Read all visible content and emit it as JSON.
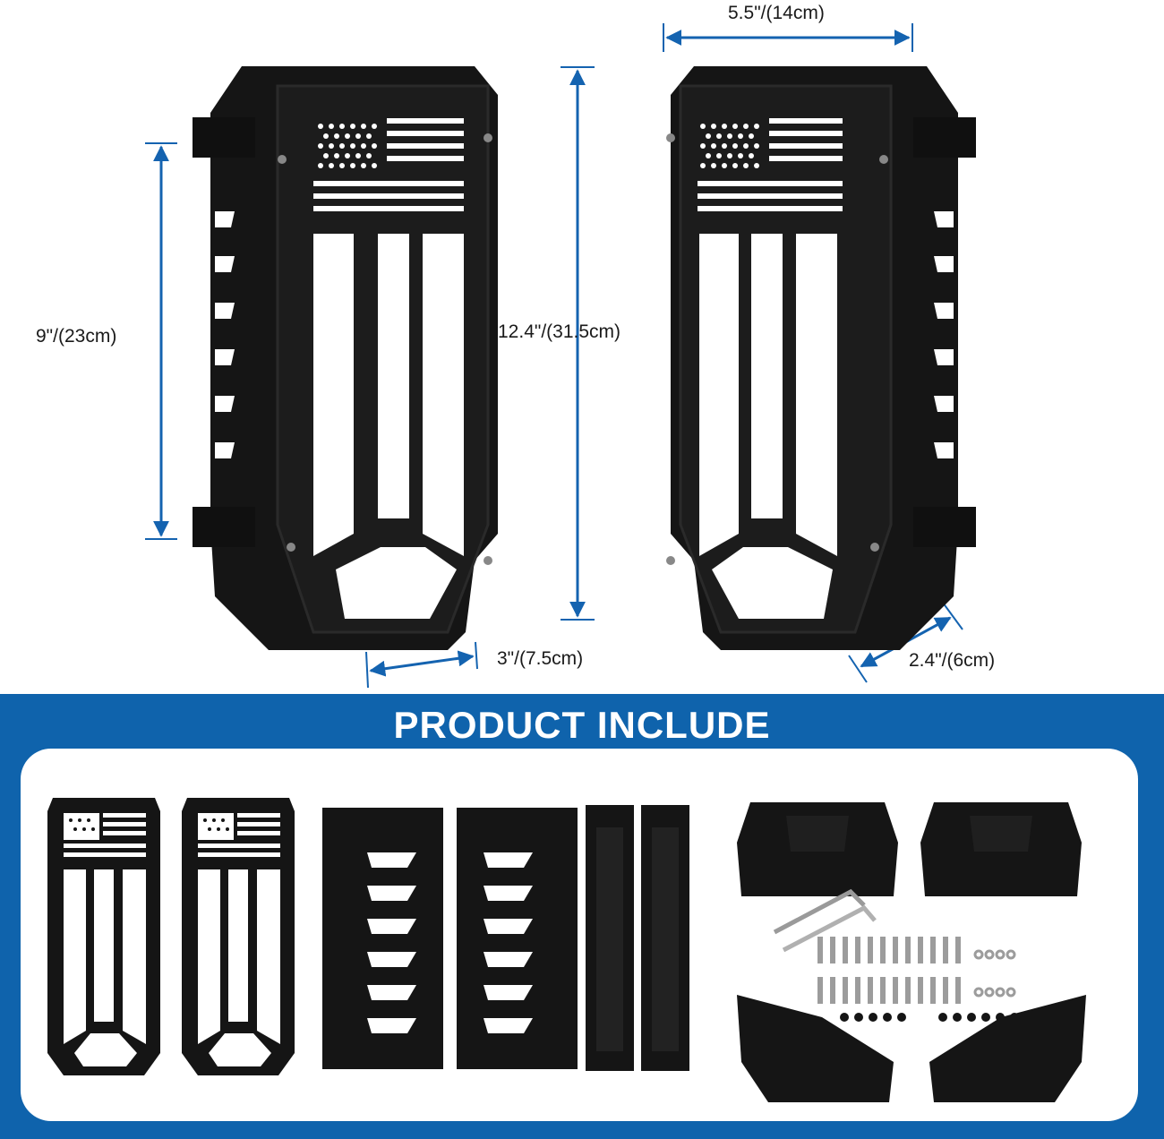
{
  "dimensions": {
    "width_top": "5.5\"/(14cm)",
    "height_left": "9\"/(23cm)",
    "height_center": "12.4\"/(31.5cm)",
    "depth_left": "3\"/(7.5cm)",
    "depth_right": "2.4\"/(6cm)"
  },
  "section": {
    "title": "PRODUCT INCLUDE"
  },
  "colors": {
    "accent": "#0f63ac",
    "arrow": "#1463b0",
    "part": "#151515"
  }
}
